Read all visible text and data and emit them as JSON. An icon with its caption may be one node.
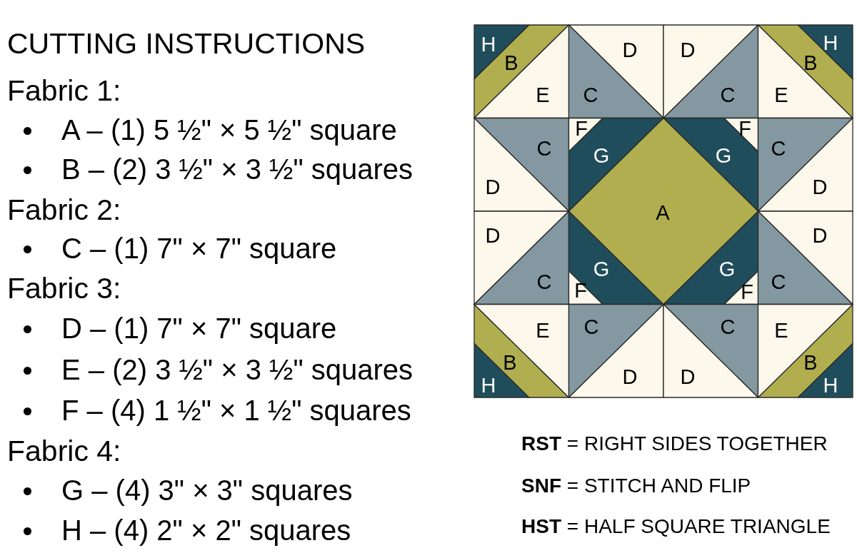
{
  "diagram": {
    "title": "CUTTING INSTRUCTIONS",
    "labels": [
      "Fabric 1:",
      "A – (1) 5 ½\" × 5 ½\" square",
      "B – (2) 3 ½\" × 3 ½\" squares",
      "Fabric 2:",
      "C – (1) 7\" × 7\" square",
      "Fabric 3:",
      "D – (1) 7\" × 7\" square",
      "E – (2) 3 ½\" × 3 ½\" squares",
      "F – (4) 1 ½\" × 1 ½\" squares",
      "Fabric 4:",
      "G – (4) 3\" × 3\" squares",
      "H – (4) 2\" × 2\" squares",
      "H",
      "B",
      "D",
      "D",
      "B",
      "H",
      "E",
      "C",
      "C",
      "E",
      "C",
      "F",
      "G",
      "G",
      "F",
      "C",
      "D",
      "D",
      "A",
      "D",
      "D",
      "C",
      "F",
      "G",
      "G",
      "F",
      "C",
      "E",
      "C",
      "C",
      "E",
      "H",
      "B",
      "D",
      "D",
      "B",
      "H",
      "**RST** = RIGHT SIDES TOGETHER",
      "**SNF** = STITCH AND FLIP",
      "**HST** = HALF SQUARE TRIANGLE"
    ]
  }
}
